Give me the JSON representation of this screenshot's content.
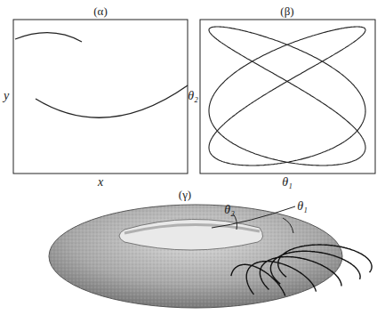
{
  "diagram": {
    "labels": [
      "(α)",
      "y",
      "x",
      "(β)",
      "θ₂",
      "θ₁",
      "(γ)",
      "θ₂",
      "θ₁"
    ]
  }
}
